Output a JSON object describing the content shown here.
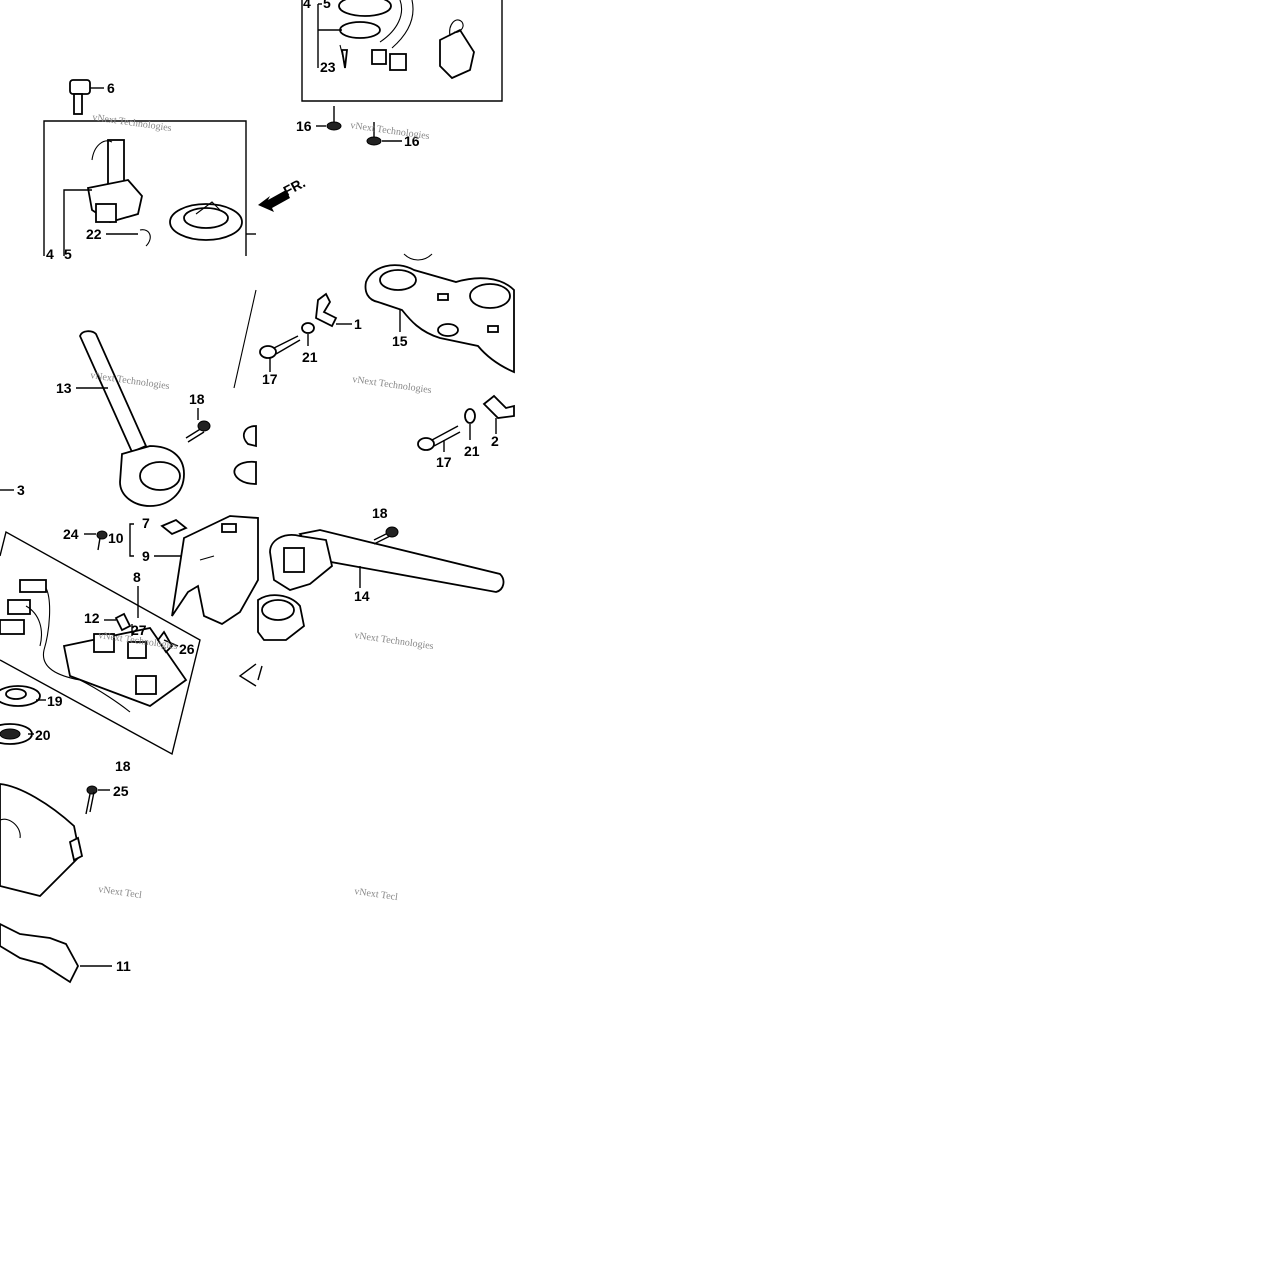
{
  "labels": {
    "c4": "4",
    "c5": "5",
    "c23": "23",
    "c6": "6",
    "c16a": "16",
    "c16b": "16",
    "fr": "FR.",
    "c22": "22",
    "c4b": "4",
    "c5b": "5",
    "c1": "1",
    "c15": "15",
    "c21a": "21",
    "c17a": "17",
    "c13": "13",
    "c18a": "18",
    "c17b": "17",
    "c21b": "21",
    "c2": "2",
    "c3": "3",
    "c7": "7",
    "c24": "24",
    "c10": "10",
    "c9": "9",
    "c8": "8",
    "c12": "12",
    "c27": "27",
    "c26": "26",
    "c19": "19",
    "c20": "20",
    "c18b": "18",
    "c25": "25",
    "c14": "14",
    "c18c": "18",
    "c11": "11"
  },
  "watermarks": [
    "vNext Technologies",
    "vNext Technologies",
    "vNext Technologies",
    "vNext Technologies",
    "vNext Technologies",
    "vNext Technologies",
    "vNext Tecl",
    "vNext Tecl"
  ],
  "colors": {
    "ink": "#000000",
    "watermark": "#888888",
    "paper": "#ffffff"
  }
}
